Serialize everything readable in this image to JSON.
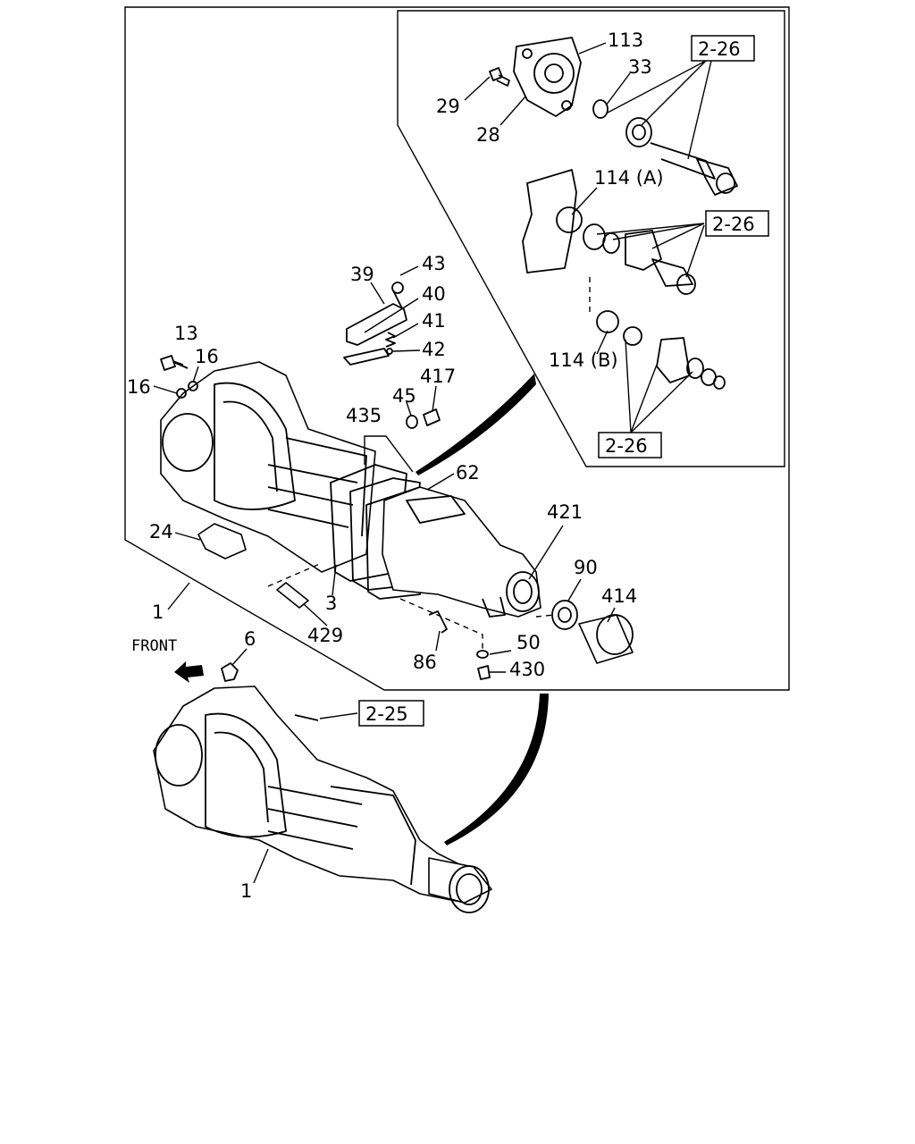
{
  "labels": {
    "p113": "113",
    "p33": "33",
    "p29": "29",
    "p28": "28",
    "p114a": "114 (A)",
    "p114b": "114 (B)",
    "p43": "43",
    "p39": "39",
    "p40": "40",
    "p41": "41",
    "p42": "42",
    "p13": "13",
    "p16a": "16",
    "p16b": "16",
    "p45": "45",
    "p417": "417",
    "p435": "435",
    "p62": "62",
    "p421": "421",
    "p24": "24",
    "p90": "90",
    "p414": "414",
    "p1a": "1",
    "p3": "3",
    "p429": "429",
    "p86": "86",
    "p50": "50",
    "p430": "430",
    "p6": "6",
    "p1b": "1",
    "front": "FRONT"
  },
  "refs": {
    "r226a": "2-26",
    "r226b": "2-26",
    "r226c": "2-26",
    "r225": "2-25"
  }
}
